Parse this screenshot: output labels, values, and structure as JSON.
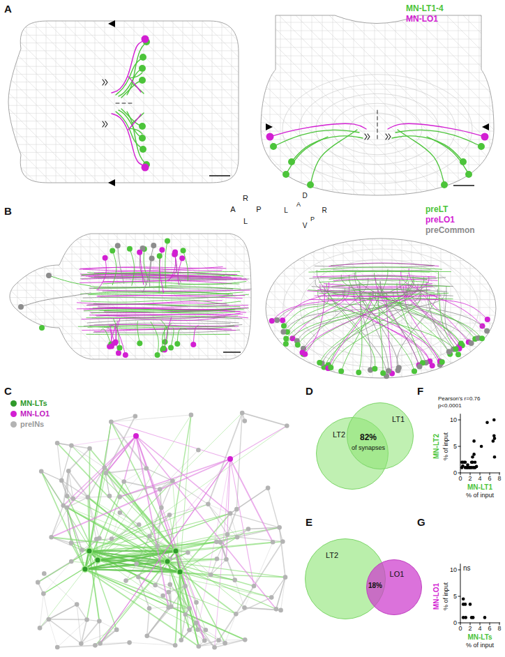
{
  "diagram": {
    "nodes": [
      {
        "text": [
          "LT2"
        ]
      },
      {
        "text": [
          "LT1"
        ]
      },
      {
        "text": [
          "LT2"
        ]
      },
      {
        "text": [
          "LO1"
        ]
      }
    ],
    "labels": [
      "A",
      "R",
      "A",
      "P",
      "L",
      "D",
      "A",
      "L",
      "R",
      "P",
      "V",
      "MN-LT1-4",
      "MN-LO1",
      "B",
      "preLT",
      "preLO1",
      "preCommon",
      "C",
      "D",
      "82%",
      "of synapses",
      "E",
      "18%",
      "F",
      "Pearson's r=0.76",
      "p<0.0001",
      "0",
      "5",
      "10",
      "0",
      "2",
      "4",
      "6",
      "8",
      "MN-LT2",
      "% of input",
      "MN-LT1",
      "% of input",
      "G",
      "ns",
      "0",
      "5",
      "10",
      "0",
      "2",
      "4",
      "6",
      "8",
      "MN-LO1",
      "% of input",
      "MN-LTs",
      "% of input"
    ],
    "legend": [
      {
        "text": "MN-LTs",
        "color": "#2f9a2a"
      },
      {
        "text": "MN-LO1",
        "color": "#d21fd2"
      },
      {
        "text": "preINs",
        "color": "#b3b3b3"
      }
    ]
  }
}
